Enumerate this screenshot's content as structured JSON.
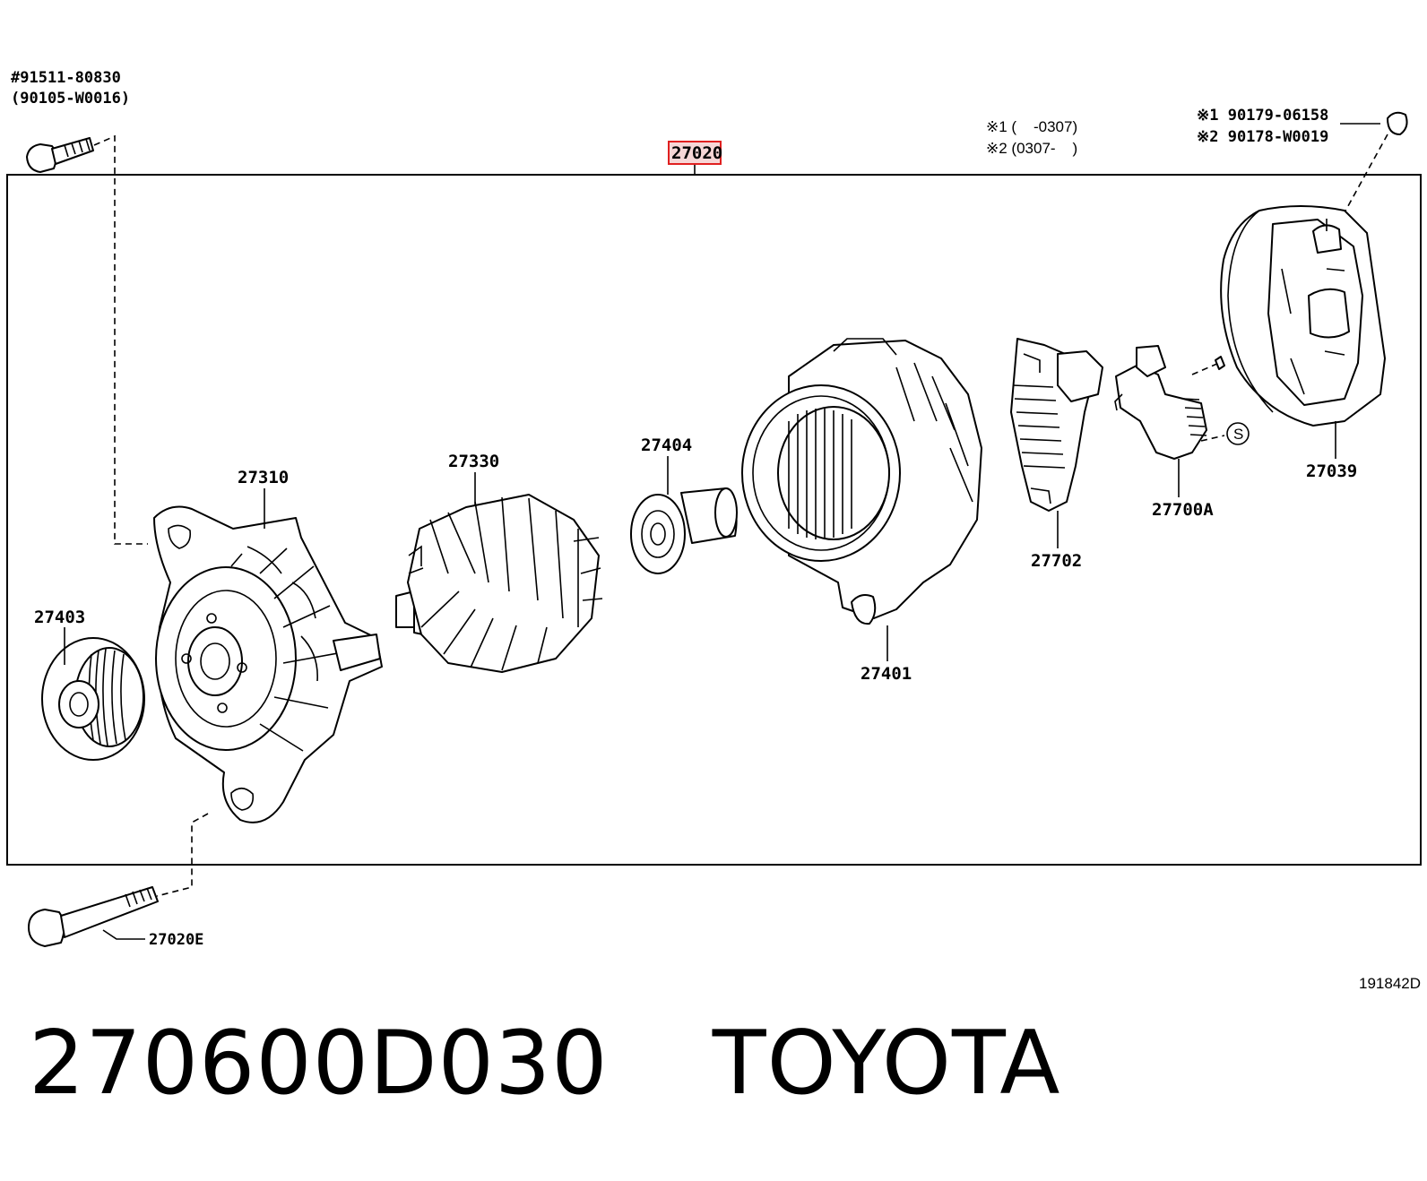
{
  "diagram": {
    "bolt_top_left": {
      "line1": "#91511-80830",
      "line2": "(90105-W0016)"
    },
    "assembly_label": "27020",
    "notes_left": {
      "line1": "※1 (    -0307)",
      "line2": "※2 (0307-    )"
    },
    "notes_right": {
      "line1": "※1 90179-06158",
      "line2": "※2 90178-W0019"
    },
    "parts": {
      "p27310": "27310",
      "p27330": "27330",
      "p27404": "27404",
      "p27403": "27403",
      "p27401": "27401",
      "p27702": "27702",
      "p27700A": "27700A",
      "p27039": "27039",
      "p27020E": "27020E"
    },
    "symbol_s": "S",
    "drawing_id": "191842D"
  },
  "footer": {
    "part_number": "270600D030",
    "brand": "TOYOTA"
  },
  "colors": {
    "highlight": "#e02020",
    "line": "#000000",
    "background": "#ffffff"
  }
}
